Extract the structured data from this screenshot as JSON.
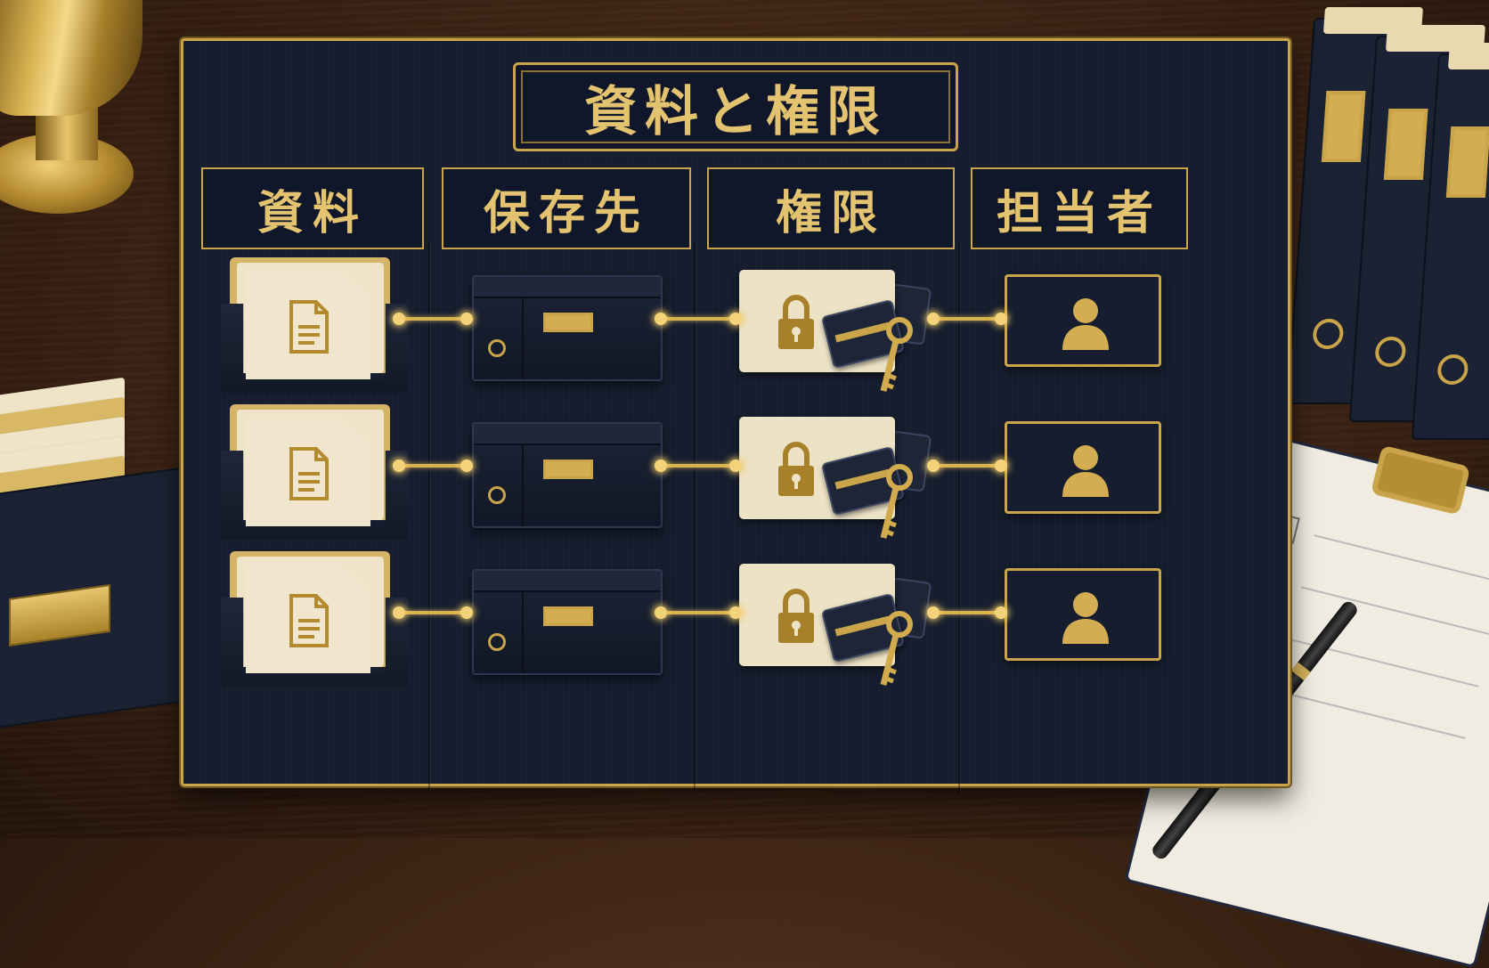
{
  "title": "資料と権限",
  "columns": [
    {
      "label": "資料",
      "icon": "document-tray-icon"
    },
    {
      "label": "保存先",
      "icon": "storage-drawer-icon"
    },
    {
      "label": "権限",
      "icon": "lock-key-card-icon"
    },
    {
      "label": "担当者",
      "icon": "person-icon"
    }
  ],
  "rows": 3,
  "colors": {
    "board": "#151d2e",
    "gold": "#c9a44a",
    "paper": "#efe6cd"
  }
}
